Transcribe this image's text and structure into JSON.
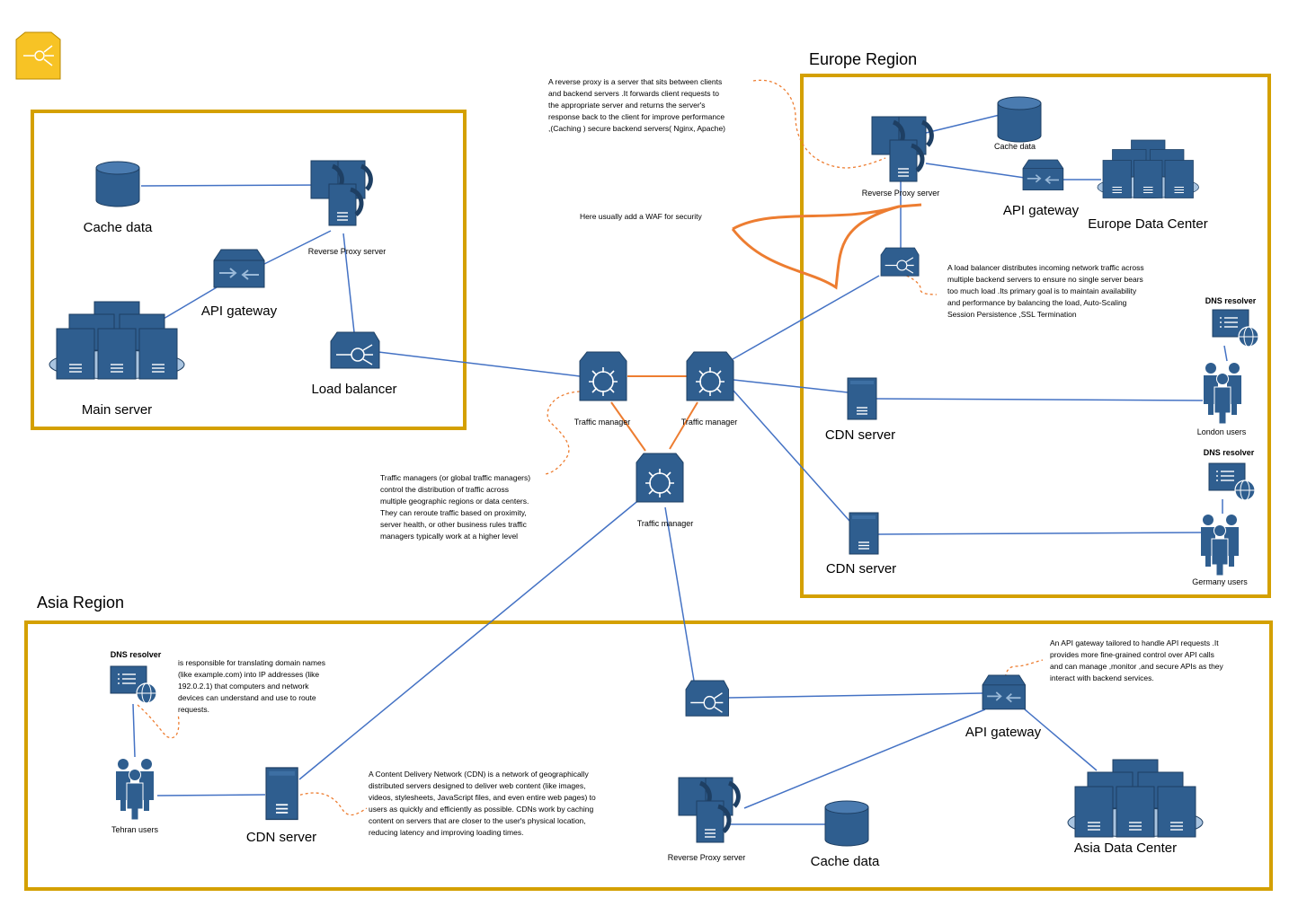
{
  "colors": {
    "region_border": "#d4a000",
    "icon_fill": "#2f5e8f",
    "icon_dark": "#1e3f63",
    "icon_light": "#9ab9d8",
    "connector": "#4472c4",
    "annotation": "#ed7d31",
    "sticker_fill": "#f7c325"
  },
  "icons": {
    "sticker": "network-hub-icon",
    "server": "server-icon",
    "database": "database-icon",
    "gateway": "api-gateway-icon",
    "load_balancer": "load-balancer-icon",
    "traffic_manager": "traffic-manager-icon",
    "datacenter": "datacenter-icon",
    "dns": "dns-resolver-icon",
    "users": "users-icon"
  },
  "main": {
    "cache_label": "Cache data",
    "proxy_label": "Reverse Proxy server",
    "gateway_label": "API gateway",
    "lb_label": "Load balancer",
    "server_label": "Main server"
  },
  "traffic": {
    "tm1_label": "Traffic manager",
    "tm2_label": "Traffic manager",
    "tm3_label": "Traffic manager",
    "note_lines": [
      "Traffic managers (or global traffic managers)",
      "control the distribution of traffic across",
      "multiple geographic regions or data centers.",
      "They can reroute traffic based on proximity,",
      "server health, or other business rules traffic",
      "managers typically work at a higher level"
    ]
  },
  "proxy_note_lines": [
    "A reverse proxy is a server that sits between clients",
    "and backend servers .It forwards client requests to",
    "the appropriate server and returns the server's",
    "response back to the client for improve performance",
    ",(Caching ) secure backend servers( Nginx, Apache)"
  ],
  "waf_note": "Here  usually add a WAF  for security",
  "europe": {
    "title": "Europe Region",
    "cache_label": "Cache data",
    "proxy_label": "Reverse Proxy server",
    "gateway_label": "API gateway",
    "dc_label": "Europe Data Center",
    "lb_note_lines": [
      "A load balancer distributes incoming network traffic across",
      "multiple backend servers to ensure no single server bears",
      "too much load .Its primary goal is to maintain availability",
      "and performance by balancing the load, Auto-Scaling",
      "Session Persistence ,SSL Termination"
    ],
    "cdn1_label": "CDN server",
    "cdn2_label": "CDN server",
    "dns1_label": "DNS resolver",
    "dns2_label": "DNS resolver",
    "london_label": "London users",
    "germany_label": "Germany users"
  },
  "asia": {
    "title": "Asia Region",
    "dns_label": "DNS resolver",
    "dns_note_lines": [
      "is responsible for translating domain names",
      "(like example.com) into IP addresses (like",
      "192.0.2.1) that computers and network",
      "devices can understand and use to route",
      "requests."
    ],
    "users_label": "Tehran users",
    "cdn_label": "CDN server",
    "cdn_note_lines": [
      "A Content Delivery Network (CDN) is a network of geographically",
      "distributed servers designed to deliver web content (like images,",
      "videos, stylesheets, JavaScript files, and even entire web pages) to",
      "users as quickly and efficiently as possible. CDNs work by caching",
      "content on servers that are closer to the user's physical location,",
      "reducing latency and improving loading times."
    ],
    "gateway_label": "API gateway",
    "gateway_note_lines": [
      "An API gateway tailored to handle API requests .It",
      "provides more fine-grained control over API calls",
      "and can manage ,monitor ,and secure APIs as they",
      "interact with backend services."
    ],
    "proxy_label": "Reverse Proxy server",
    "cache_label": "Cache data",
    "dc_label": "Asia Data Center"
  }
}
